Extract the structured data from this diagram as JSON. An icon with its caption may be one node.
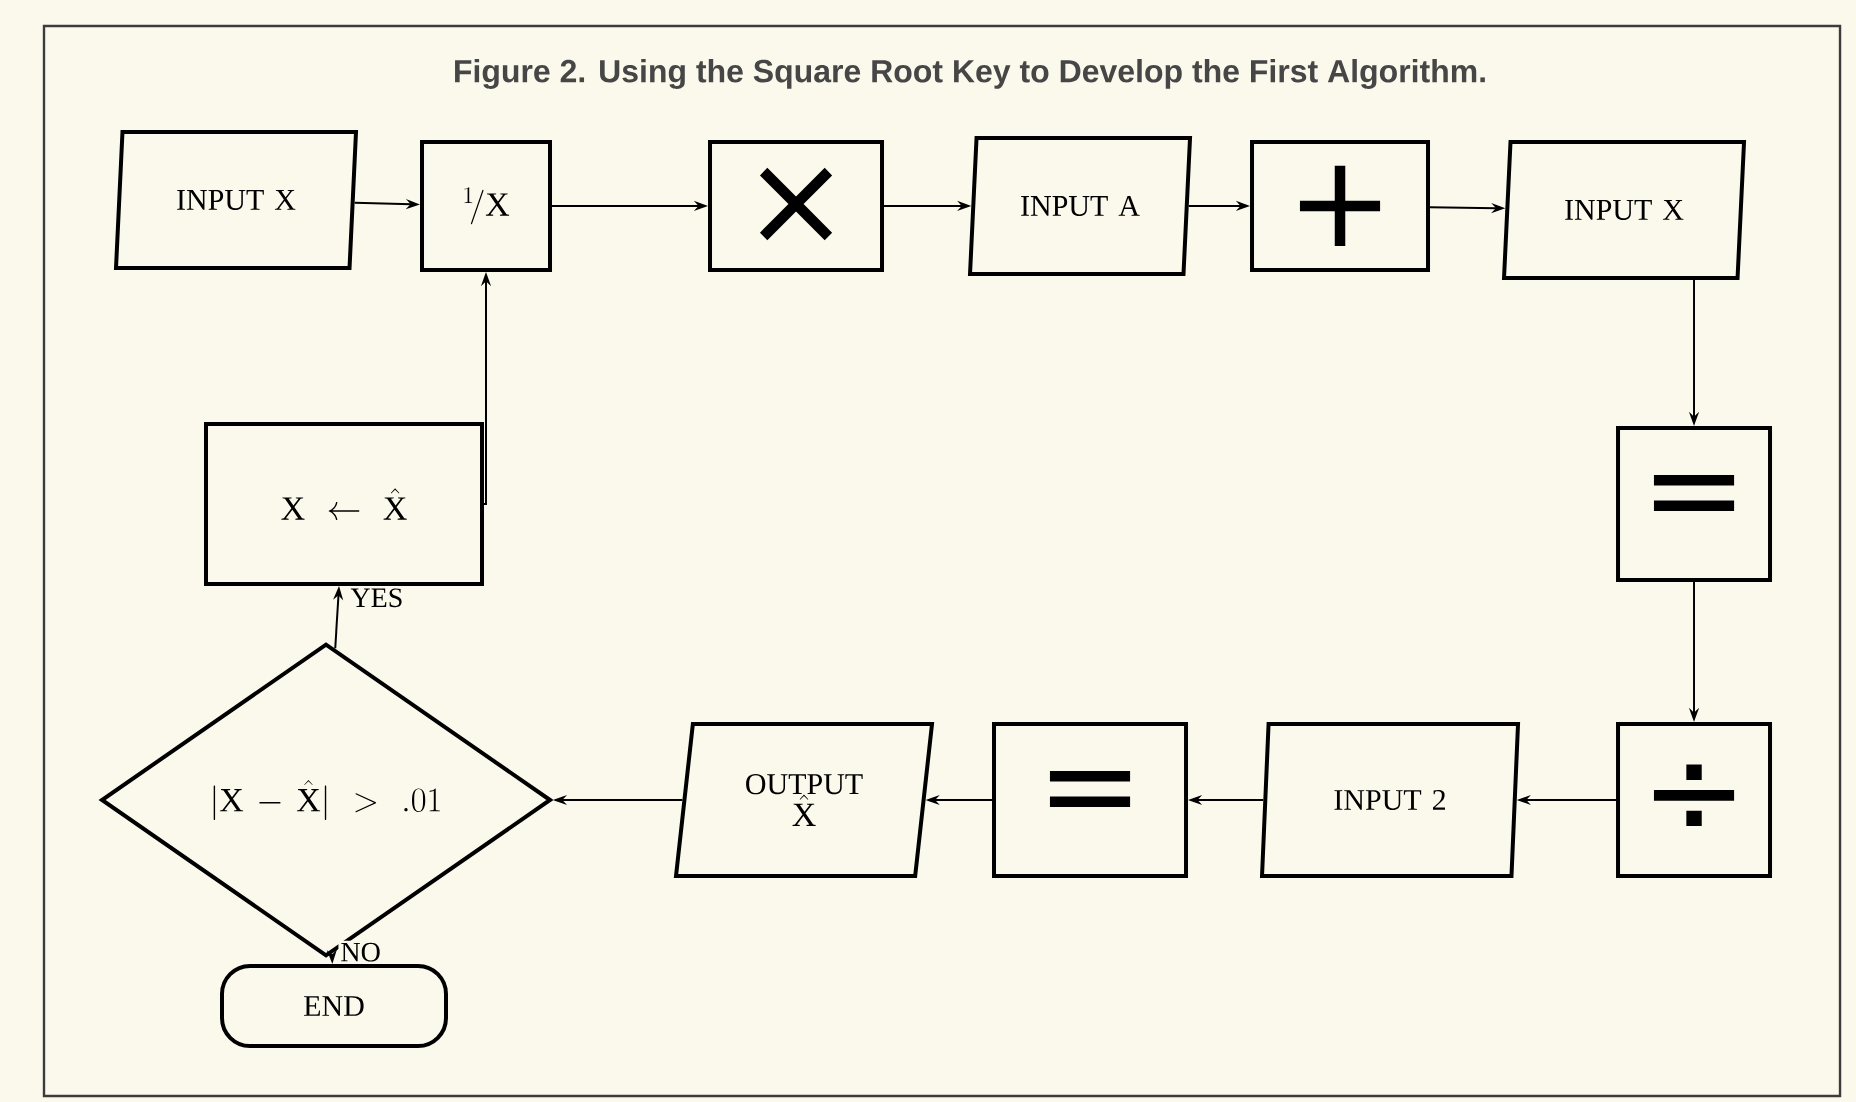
{
  "diagram": {
    "title": "Figure 2. Using the Square Root Key to Develop the First Algorithm.",
    "nodes": [
      {
        "text": [
          "INPUT X"
        ]
      },
      {
        "text": [
          "{}^{1}\\!/\\mathrm{X}"
        ]
      },
      {
        "text": [
          "×"
        ]
      },
      {
        "text": [
          "INPUT A"
        ]
      },
      {
        "text": [
          "+"
        ]
      },
      {
        "text": [
          "INPUT X"
        ]
      },
      {
        "text": [
          "="
        ]
      },
      {
        "text": [
          "÷"
        ]
      },
      {
        "text": [
          "INPUT 2"
        ]
      },
      {
        "text": [
          "="
        ]
      },
      {
        "text": [
          "OUTPUT",
          "\\hat{\\mathrm{X}}"
        ]
      },
      {
        "text": [
          "|\\mathrm{X} - \\hat{\\mathrm{X}}| > .01"
        ]
      },
      {
        "text": [
          "END"
        ]
      },
      {
        "text": [
          "\\mathrm{X} \\leftarrow \\hat{\\mathrm{X}}"
        ]
      }
    ],
    "edges": [
      {
        "from": 0,
        "to": 1,
        "arrow": "to"
      },
      {
        "from": 1,
        "to": 2,
        "arrow": "to"
      },
      {
        "from": 2,
        "to": 3,
        "arrow": "to"
      },
      {
        "from": 3,
        "to": 4,
        "arrow": "to"
      },
      {
        "from": 4,
        "to": 5,
        "arrow": "to"
      },
      {
        "from": 5,
        "to": 6,
        "arrow": "to"
      },
      {
        "from": 6,
        "to": 7,
        "arrow": "to"
      },
      {
        "from": 7,
        "to": 8,
        "arrow": "to"
      },
      {
        "from": 8,
        "to": 9,
        "arrow": "to"
      },
      {
        "from": 9,
        "to": 10,
        "arrow": "to"
      },
      {
        "from": 10,
        "to": 11,
        "arrow": "to"
      },
      {
        "from": 11,
        "to": 13,
        "arrow": "to",
        "label": "YES"
      },
      {
        "from": 11,
        "to": 12,
        "arrow": "to",
        "label": "NO"
      },
      {
        "from": 13,
        "to": 1,
        "arrow": "to"
      }
    ]
  }
}
